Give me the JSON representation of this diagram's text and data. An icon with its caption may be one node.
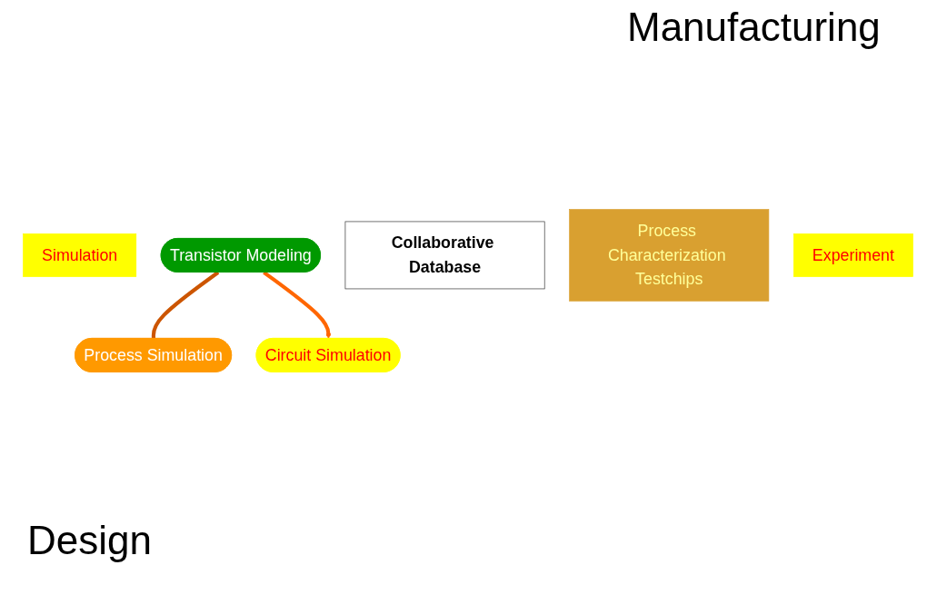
{
  "diagram": {
    "nodes": [
      {
        "text": [
          "Simulation"
        ]
      },
      {
        "text": [
          "Transistor Modeling"
        ]
      },
      {
        "text": [
          "Process Simulation"
        ]
      },
      {
        "text": [
          "Collaborative Database"
        ]
      },
      {
        "text": [
          "Circuit Simulation"
        ]
      },
      {
        "text": [
          "Process Characterization Testchips"
        ]
      },
      {
        "text": [
          "Experiment"
        ]
      }
    ],
    "edges": [
      {
        "from": 1,
        "to": 2,
        "arrow": "none",
        "color": "#cc5500"
      },
      {
        "from": 1,
        "to": 4,
        "arrow": "to",
        "color": "#ff6600"
      }
    ],
    "labels": [
      "Manufacturing",
      "Design"
    ]
  }
}
